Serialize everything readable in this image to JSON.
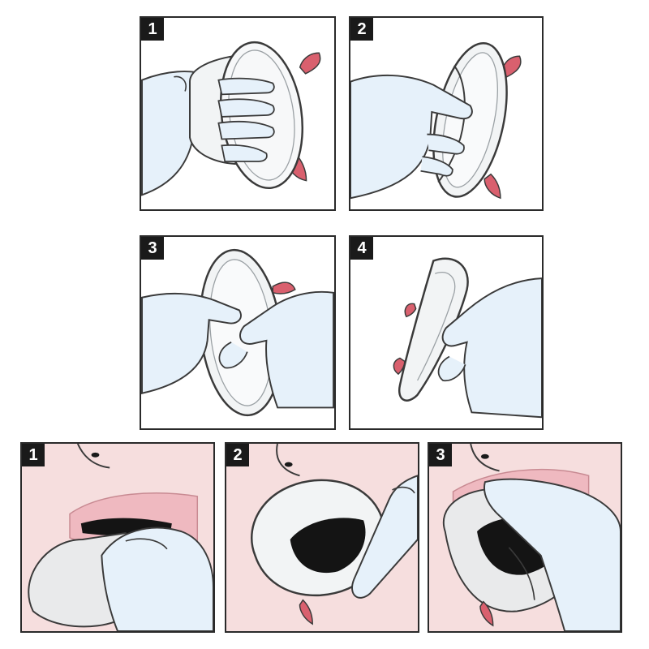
{
  "top_steps": [
    {
      "label": "1"
    },
    {
      "label": "2"
    },
    {
      "label": "3"
    },
    {
      "label": "4"
    }
  ],
  "bottom_steps": [
    {
      "label": "1"
    },
    {
      "label": "2"
    },
    {
      "label": "3"
    }
  ],
  "colors": {
    "glove": "#e6f1fa",
    "glove_stroke": "#3a3a3a",
    "shield": "#f2f4f5",
    "tab": "#d9606e",
    "skin": "#f6dede",
    "lip": "#efb9c0",
    "mouth": "#141414",
    "badge": "#1a1a1a"
  }
}
